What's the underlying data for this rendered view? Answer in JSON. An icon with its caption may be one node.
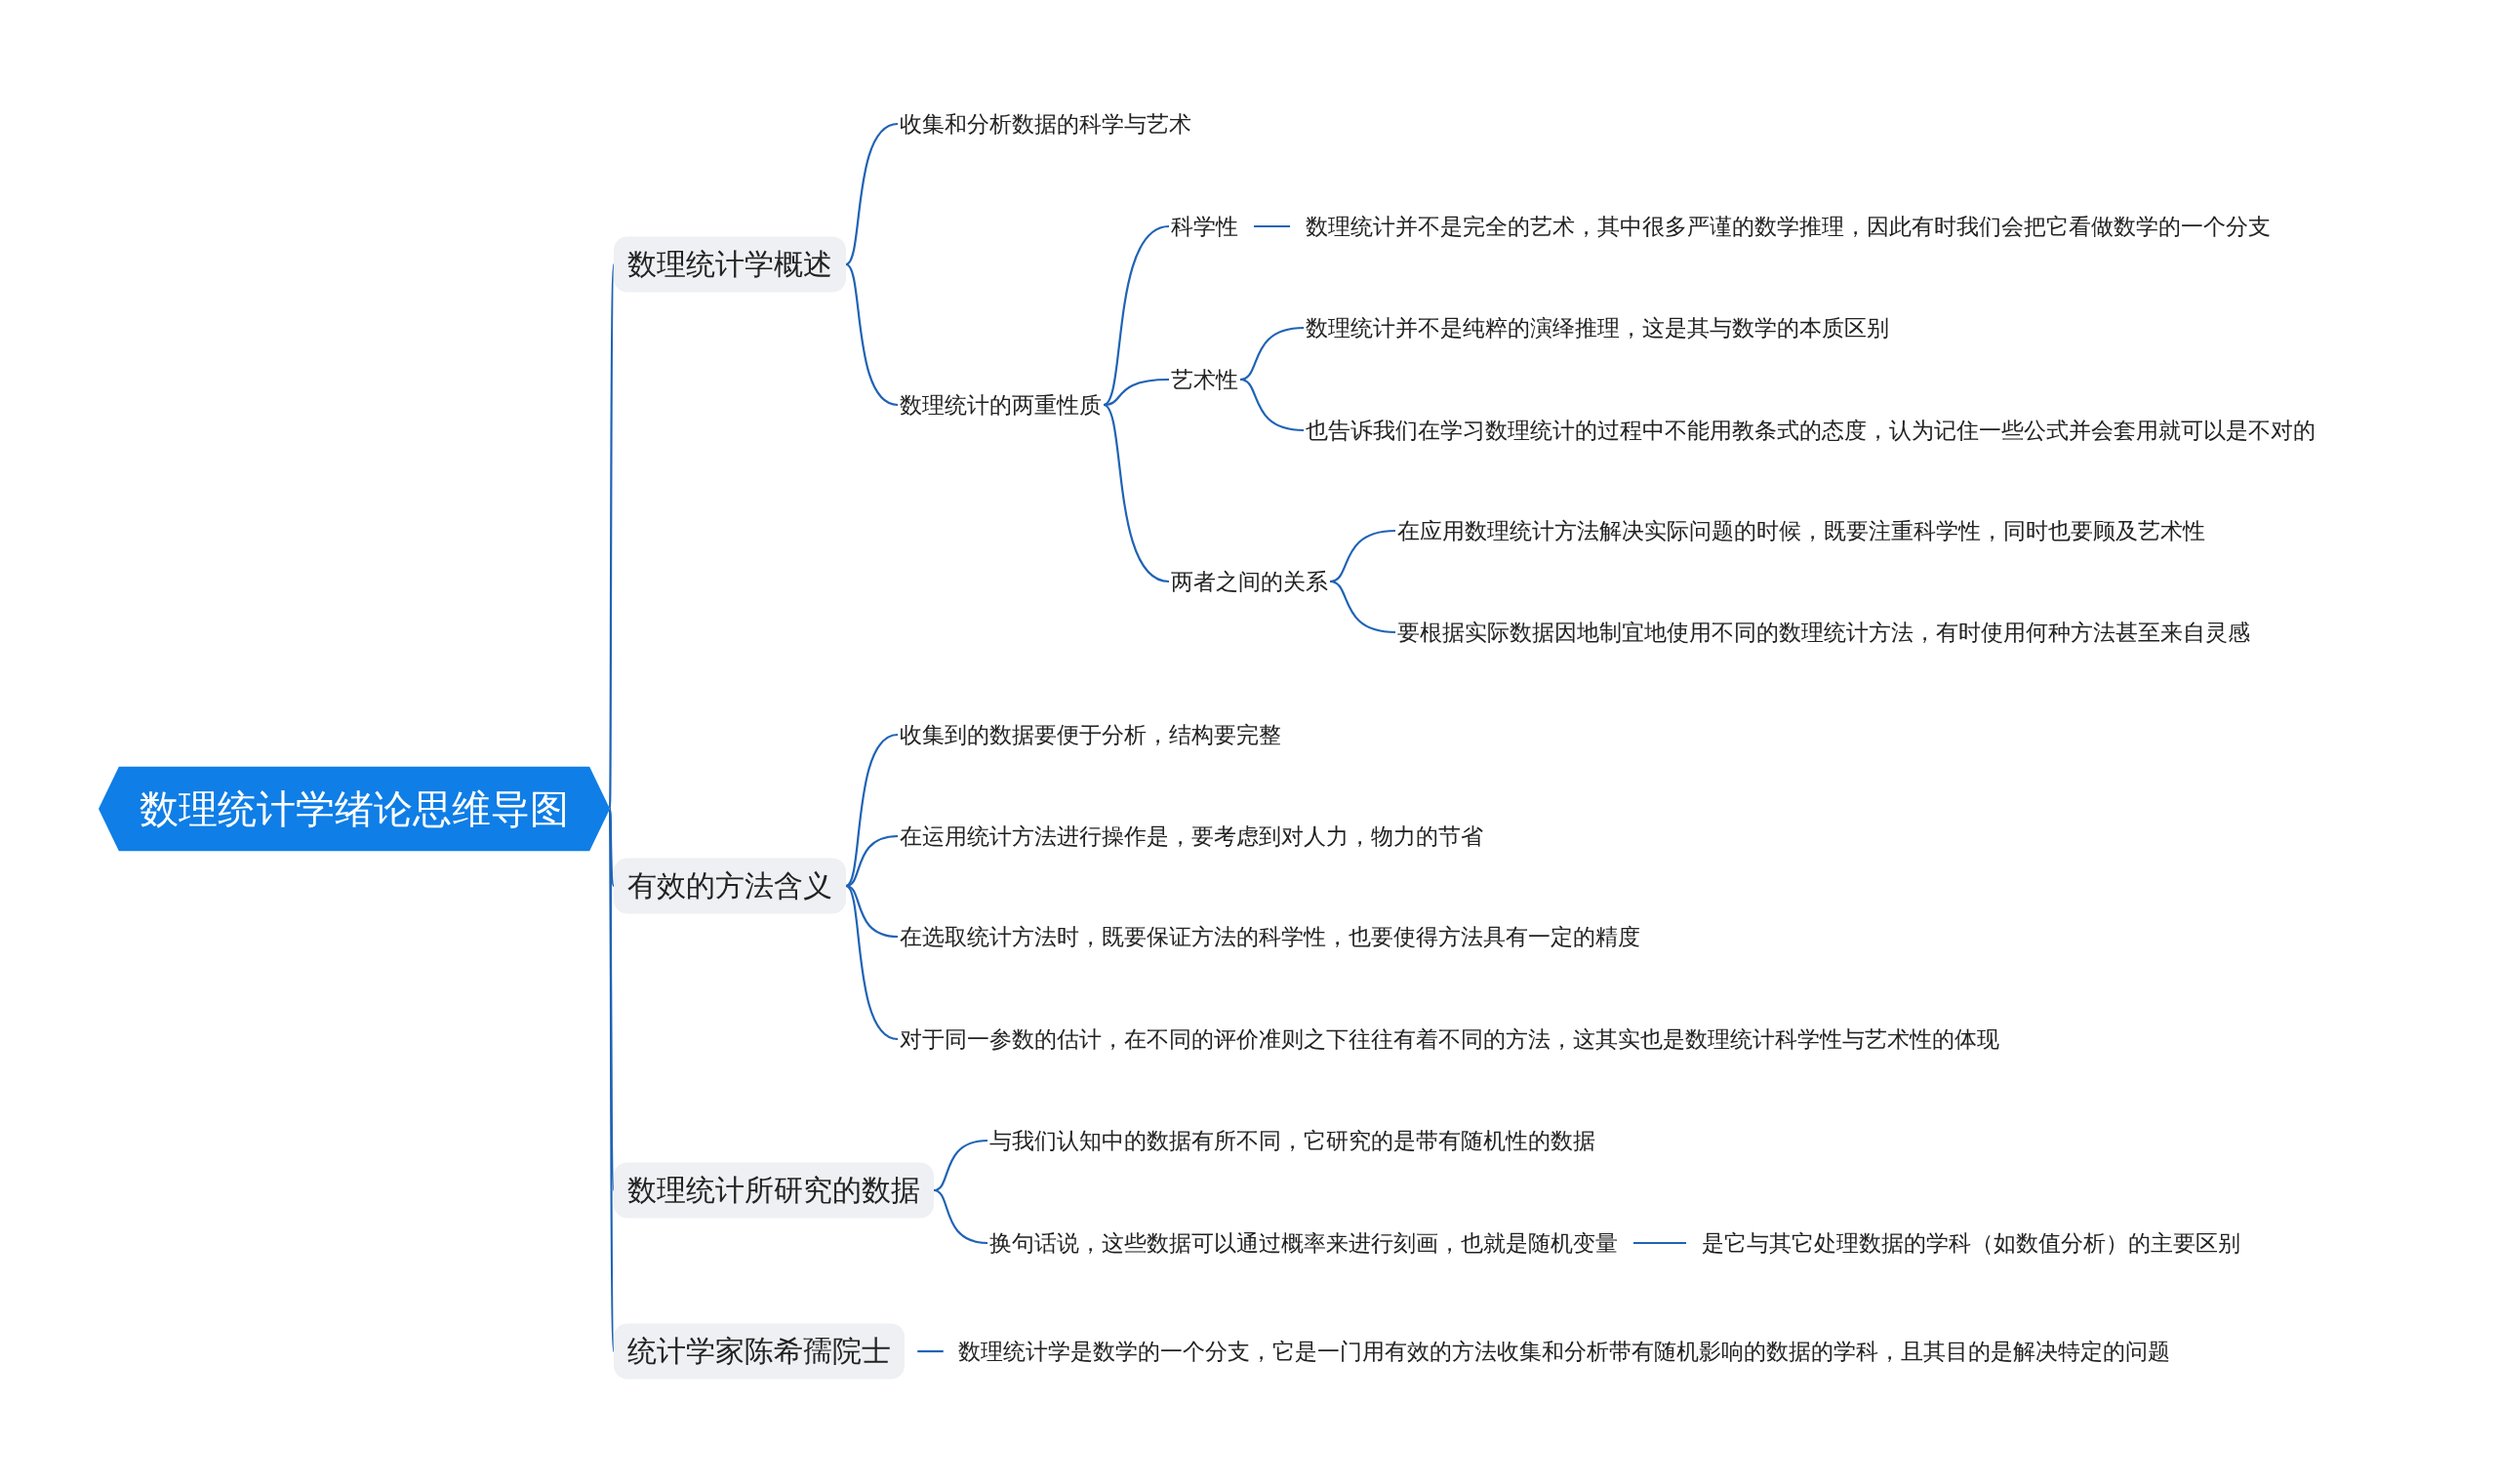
{
  "diagram": {
    "nodes": [
      {
        "text": [
          "数理统计学绪论思维导图"
        ]
      },
      {
        "text": [
          "数理统计学概述"
        ]
      },
      {
        "text": [
          "收集和分析数据的科学与艺术"
        ]
      },
      {
        "text": [
          "数理统计的两重性质"
        ]
      },
      {
        "text": [
          "科学性"
        ]
      },
      {
        "text": [
          "数理统计并不是完全的艺术，其中很多严谨的数学推理，因此有时我们会把它看做数学的一个分支"
        ]
      },
      {
        "text": [
          "艺术性"
        ]
      },
      {
        "text": [
          "数理统计并不是纯粹的演绎推理，这是其与数学的本质区别"
        ]
      },
      {
        "text": [
          "也告诉我们在学习数理统计的过程中不能用教条式的态度，认为记住一些公式并会套用就可以是不对的"
        ]
      },
      {
        "text": [
          "两者之间的关系"
        ]
      },
      {
        "text": [
          "在应用数理统计方法解决实际问题的时候，既要注重科学性，同时也要顾及艺术性"
        ]
      },
      {
        "text": [
          "要根据实际数据因地制宜地使用不同的数理统计方法，有时使用何种方法甚至来自灵感"
        ]
      },
      {
        "text": [
          "有效的方法含义"
        ]
      },
      {
        "text": [
          "收集到的数据要便于分析，结构要完整"
        ]
      },
      {
        "text": [
          "在运用统计方法进行操作是，要考虑到对人力，物力的节省"
        ]
      },
      {
        "text": [
          "在选取统计方法时，既要保证方法的科学性，也要使得方法具有一定的精度"
        ]
      },
      {
        "text": [
          "对于同一参数的估计，在不同的评价准则之下往往有着不同的方法，这其实也是数理统计科学性与艺术性的体现"
        ]
      },
      {
        "text": [
          "数理统计所研究的数据"
        ]
      },
      {
        "text": [
          "与我们认知中的数据有所不同，它研究的是带有随机性的数据"
        ]
      },
      {
        "text": [
          "换句话说，这些数据可以通过概率来进行刻画，也就是随机变量"
        ]
      },
      {
        "text": [
          "是它与其它处理数据的学科（如数值分析）的主要区别"
        ]
      },
      {
        "text": [
          "统计学家陈希孺院士"
        ]
      },
      {
        "text": [
          "数理统计学是数学的一个分支，它是一门用有效的方法收集和分析带有随机影响的数据的学科，且其目的是解决特定的问题"
        ]
      }
    ],
    "edges": [
      {
        "from": 0,
        "to": 1,
        "arrow": "none"
      },
      {
        "from": 0,
        "to": 12,
        "arrow": "none"
      },
      {
        "from": 0,
        "to": 17,
        "arrow": "none"
      },
      {
        "from": 0,
        "to": 21,
        "arrow": "none"
      },
      {
        "from": 1,
        "to": 2,
        "arrow": "none"
      },
      {
        "from": 1,
        "to": 3,
        "arrow": "none"
      },
      {
        "from": 3,
        "to": 4,
        "arrow": "none"
      },
      {
        "from": 3,
        "to": 6,
        "arrow": "none"
      },
      {
        "from": 3,
        "to": 9,
        "arrow": "none"
      },
      {
        "from": 4,
        "to": 5,
        "arrow": "none"
      },
      {
        "from": 6,
        "to": 7,
        "arrow": "none"
      },
      {
        "from": 6,
        "to": 8,
        "arrow": "none"
      },
      {
        "from": 9,
        "to": 10,
        "arrow": "none"
      },
      {
        "from": 9,
        "to": 11,
        "arrow": "none"
      },
      {
        "from": 12,
        "to": 13,
        "arrow": "none"
      },
      {
        "from": 12,
        "to": 14,
        "arrow": "none"
      },
      {
        "from": 12,
        "to": 15,
        "arrow": "none"
      },
      {
        "from": 12,
        "to": 16,
        "arrow": "none"
      },
      {
        "from": 17,
        "to": 18,
        "arrow": "none"
      },
      {
        "from": 17,
        "to": 19,
        "arrow": "none"
      },
      {
        "from": 19,
        "to": 20,
        "arrow": "none"
      },
      {
        "from": 21,
        "to": 22,
        "arrow": "none"
      }
    ]
  }
}
